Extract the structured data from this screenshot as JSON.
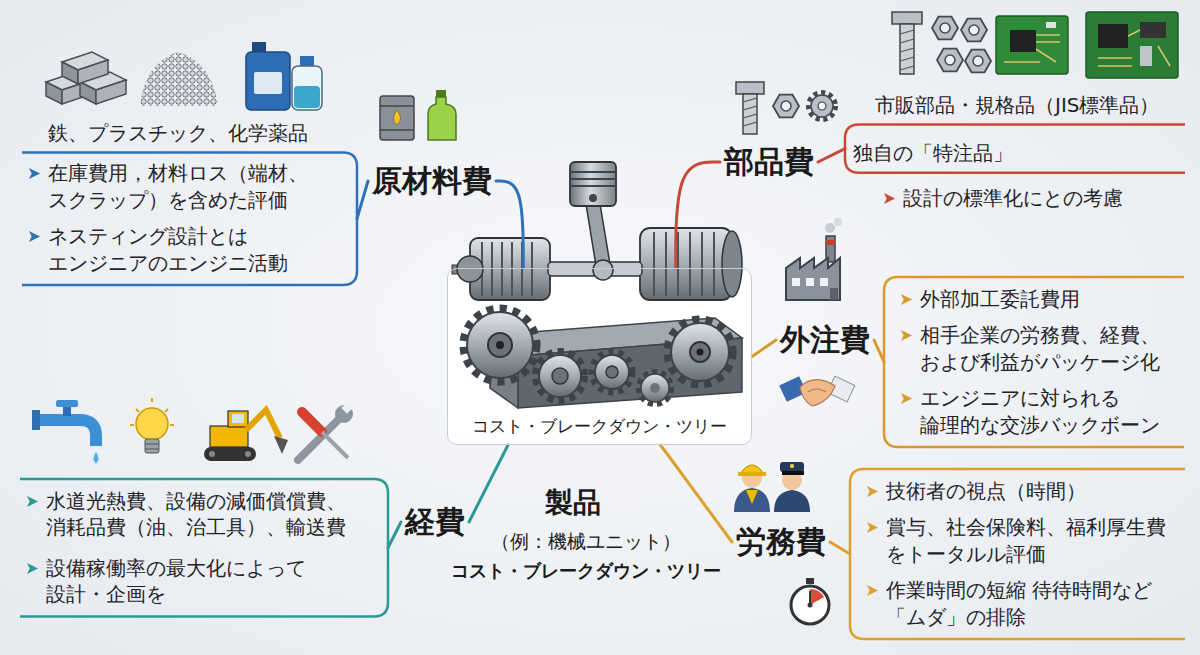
{
  "diagram": {
    "nodes": [
      {
        "text": [
          "コスト・ブレークダウン・ツリー"
        ]
      },
      {
        "text": [
          "原材料費"
        ]
      },
      {
        "text": [
          "鉄、プラスチック、化学薬品",
          "在庫費用，材料ロス（端材、スクラップ）を含めた評価",
          "ネスティング設計とは エンジニアのエンジニ活動"
        ]
      },
      {
        "text": [
          "部品費"
        ]
      },
      {
        "text": [
          "市販部品・規格品（JIS標準品）",
          "独自の「特注品」",
          "設計の標準化にとの考慮"
        ]
      },
      {
        "text": [
          "外注費"
        ]
      },
      {
        "text": [
          "外部加工委託費用",
          "相手企業の労務費、経費、および利益がパッケージ化",
          "エンジニアに対られる 論理的な交渉バックボーン"
        ]
      },
      {
        "text": [
          "経費"
        ]
      },
      {
        "text": [
          "水道光熱費、設備の減価償償費、消耗品費（油、治工具）、輸送費",
          "設備稼働率の最大化によって 設計・企画を"
        ]
      },
      {
        "text": [
          "労務費"
        ]
      },
      {
        "text": [
          "技術者の視点（時間）",
          "賞与、社会保険料、福利厚生費をトータルル評価",
          "作業時間の短縮 待待時間など「ムダ」の排除"
        ]
      }
    ],
    "edges": [
      {
        "from": 0,
        "to": 1,
        "arrow": "none"
      },
      {
        "from": 1,
        "to": 2,
        "arrow": "none"
      },
      {
        "from": 0,
        "to": 3,
        "arrow": "none"
      },
      {
        "from": 3,
        "to": 4,
        "arrow": "none"
      },
      {
        "from": 0,
        "to": 5,
        "arrow": "none"
      },
      {
        "from": 5,
        "to": 6,
        "arrow": "none"
      },
      {
        "from": 0,
        "to": 7,
        "arrow": "none"
      },
      {
        "from": 7,
        "to": 8,
        "arrow": "none"
      },
      {
        "from": 0,
        "to": 9,
        "arrow": "none"
      },
      {
        "from": 9,
        "to": 10,
        "arrow": "none"
      }
    ],
    "labels": [
      "製品",
      "（例：機械ユニット）",
      "コスト・ブレークダウン・ツリー"
    ]
  }
}
